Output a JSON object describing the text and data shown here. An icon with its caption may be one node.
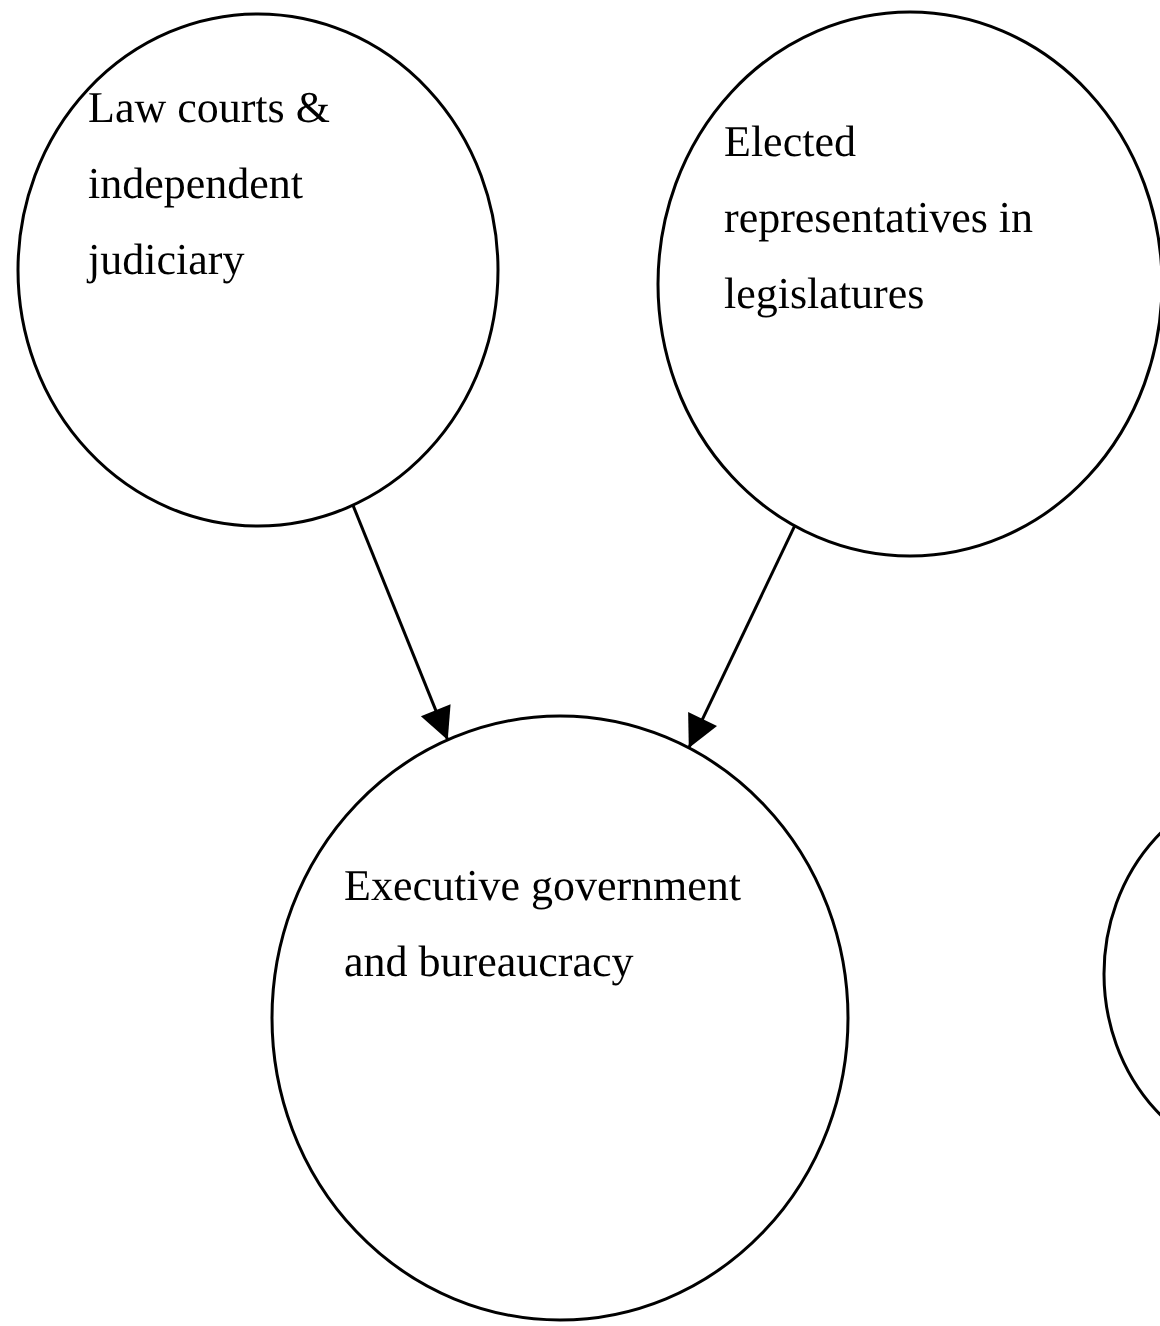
{
  "diagram": {
    "nodes": [
      {
        "text": [
          "Law courts & independent judiciary"
        ]
      },
      {
        "text": [
          "Elected representatives in legislatures"
        ]
      },
      {
        "text": [
          "Executive government and bureaucracy"
        ]
      },
      {
        "text": [],
        "shape": "circle"
      }
    ],
    "edges": [
      {
        "from": 0,
        "to": 2,
        "arrow": "to"
      },
      {
        "from": 1,
        "to": 2,
        "arrow": "to"
      }
    ]
  }
}
